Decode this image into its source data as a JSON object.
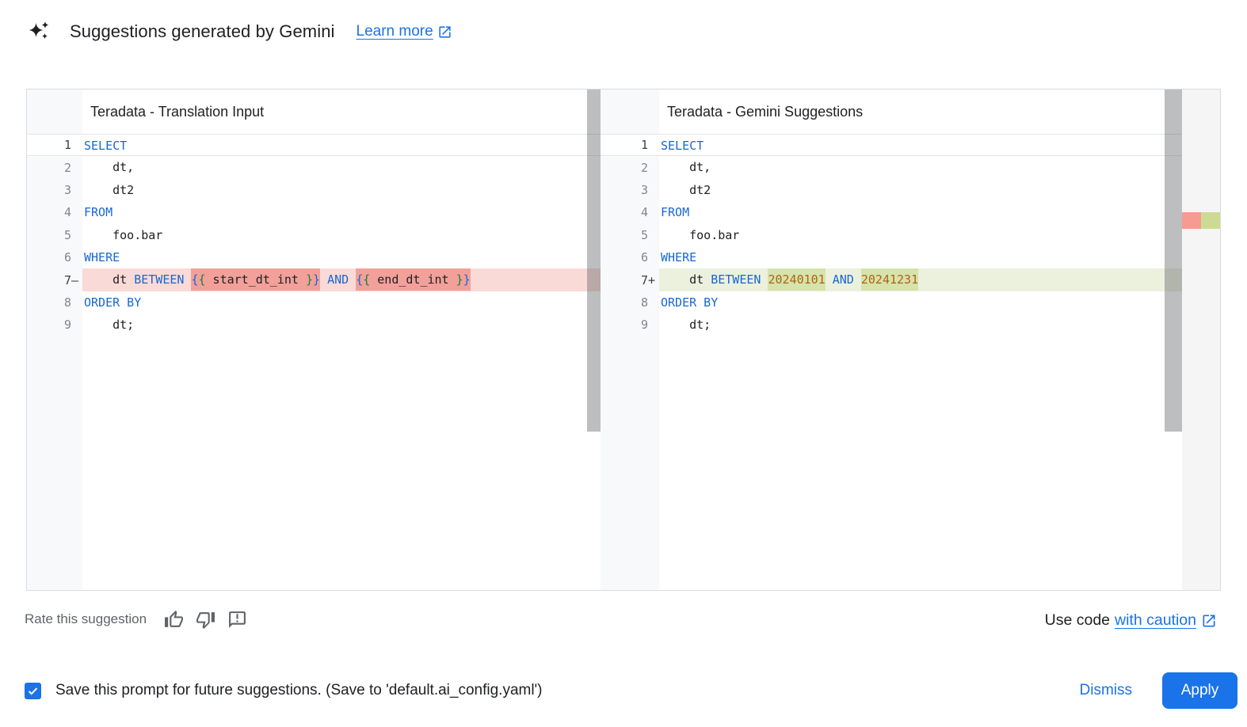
{
  "header": {
    "title": "Suggestions generated by Gemini",
    "learn_more_label": "Learn more"
  },
  "colors": {
    "accent": "#1a73e8",
    "keyword": "#1967d2",
    "identifier": "#202124",
    "number": "#b3620f",
    "bracket_green": "#188038",
    "removed_row": "#fadad6",
    "removed_segment": "#f2a099",
    "added_row": "#ecf1de",
    "added_segment": "#d5e3ac",
    "minimap_removed": "#f79a92",
    "minimap_added": "#cbdc92",
    "gutter_bg": "#f8f9fa",
    "line_number": "#80868b",
    "text_secondary": "#5f6368"
  },
  "icons": {
    "header_icon": "gemini-sparkle-icon",
    "learn_more_icon": "open-in-new-icon",
    "rate_icons": [
      "thumb-up-icon",
      "thumb-down-icon",
      "feedback-icon"
    ],
    "use_code_icon": "open-in-new-icon",
    "checkbox_icon": "checkmark-icon"
  },
  "panes": [
    {
      "title": "Teradata - Translation Input",
      "lines": [
        {
          "num": "1",
          "active": true,
          "segments": [
            {
              "t": "SELECT",
              "c": "kw"
            }
          ]
        },
        {
          "num": "2",
          "segments": [
            {
              "t": "    dt,",
              "c": "id"
            }
          ]
        },
        {
          "num": "3",
          "segments": [
            {
              "t": "    dt2",
              "c": "id"
            }
          ]
        },
        {
          "num": "4",
          "segments": [
            {
              "t": "FROM",
              "c": "kw"
            }
          ]
        },
        {
          "num": "5",
          "segments": [
            {
              "t": "    foo.bar",
              "c": "id"
            }
          ]
        },
        {
          "num": "6",
          "segments": [
            {
              "t": "WHERE",
              "c": "kw"
            }
          ]
        },
        {
          "num": "7",
          "sign": "—",
          "diff": "removed",
          "segments": [
            {
              "t": "    dt ",
              "c": "id"
            },
            {
              "t": "BETWEEN",
              "c": "kw"
            },
            {
              "t": " ",
              "c": "id"
            },
            {
              "t": "{",
              "c": "b1",
              "bg": "rs"
            },
            {
              "t": "{",
              "c": "b2",
              "bg": "rs"
            },
            {
              "t": " start_dt_int ",
              "c": "id",
              "bg": "rs"
            },
            {
              "t": "}",
              "c": "b2",
              "bg": "rs"
            },
            {
              "t": "}",
              "c": "b1",
              "bg": "rs"
            },
            {
              "t": " ",
              "c": "id"
            },
            {
              "t": "AND",
              "c": "kw"
            },
            {
              "t": " ",
              "c": "id"
            },
            {
              "t": "{",
              "c": "b1",
              "bg": "rs"
            },
            {
              "t": "{",
              "c": "b2",
              "bg": "rs"
            },
            {
              "t": " end_dt_int ",
              "c": "id",
              "bg": "rs"
            },
            {
              "t": "}",
              "c": "b2",
              "bg": "rs"
            },
            {
              "t": "}",
              "c": "b1",
              "bg": "rs"
            }
          ]
        },
        {
          "num": "8",
          "segments": [
            {
              "t": "ORDER BY",
              "c": "kw"
            }
          ]
        },
        {
          "num": "9",
          "segments": [
            {
              "t": "    dt;",
              "c": "id"
            }
          ]
        }
      ]
    },
    {
      "title": "Teradata - Gemini Suggestions",
      "lines": [
        {
          "num": "1",
          "active": true,
          "segments": [
            {
              "t": "SELECT",
              "c": "kw"
            }
          ]
        },
        {
          "num": "2",
          "segments": [
            {
              "t": "    dt,",
              "c": "id"
            }
          ]
        },
        {
          "num": "3",
          "segments": [
            {
              "t": "    dt2",
              "c": "id"
            }
          ]
        },
        {
          "num": "4",
          "segments": [
            {
              "t": "FROM",
              "c": "kw"
            }
          ]
        },
        {
          "num": "5",
          "segments": [
            {
              "t": "    foo.bar",
              "c": "id"
            }
          ]
        },
        {
          "num": "6",
          "segments": [
            {
              "t": "WHERE",
              "c": "kw"
            }
          ]
        },
        {
          "num": "7",
          "sign": "+",
          "diff": "added",
          "segments": [
            {
              "t": "    dt ",
              "c": "id"
            },
            {
              "t": "BETWEEN",
              "c": "kw"
            },
            {
              "t": " ",
              "c": "id"
            },
            {
              "t": "20240101",
              "c": "nu",
              "bg": "as"
            },
            {
              "t": " ",
              "c": "id"
            },
            {
              "t": "AND",
              "c": "kw"
            },
            {
              "t": " ",
              "c": "id"
            },
            {
              "t": "20241231",
              "c": "nu",
              "bg": "as"
            }
          ]
        },
        {
          "num": "8",
          "segments": [
            {
              "t": "ORDER BY",
              "c": "kw"
            }
          ]
        },
        {
          "num": "9",
          "segments": [
            {
              "t": "    dt;",
              "c": "id"
            }
          ]
        }
      ]
    }
  ],
  "rate": {
    "label": "Rate this suggestion"
  },
  "use_code": {
    "prefix": "Use code",
    "link": "with caution"
  },
  "footer": {
    "save_label": "Save this prompt for future suggestions. (Save to 'default.ai_config.yaml')",
    "checkbox_checked": true,
    "dismiss_label": "Dismiss",
    "apply_label": "Apply"
  }
}
